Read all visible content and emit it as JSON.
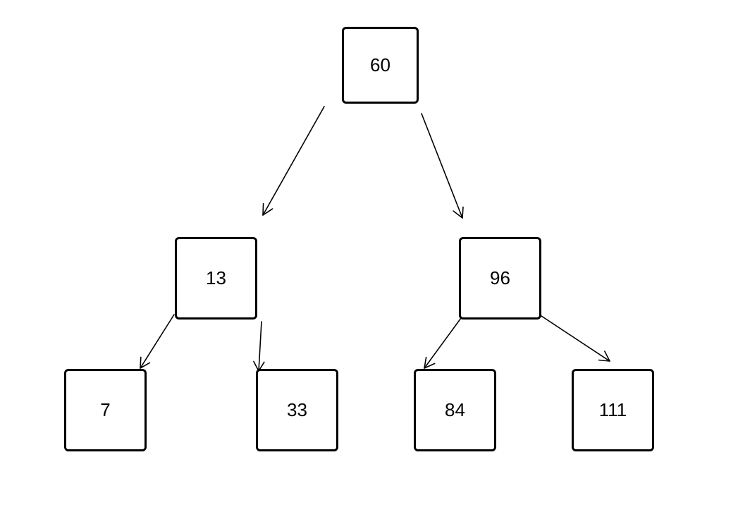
{
  "tree": {
    "root": {
      "value": "60"
    },
    "left": {
      "value": "13"
    },
    "right": {
      "value": "96"
    },
    "left_left": {
      "value": "7"
    },
    "left_right": {
      "value": "33"
    },
    "right_left": {
      "value": "84"
    },
    "right_right": {
      "value": "111"
    }
  },
  "colors": {
    "stroke": "#000000",
    "background": "#ffffff"
  }
}
